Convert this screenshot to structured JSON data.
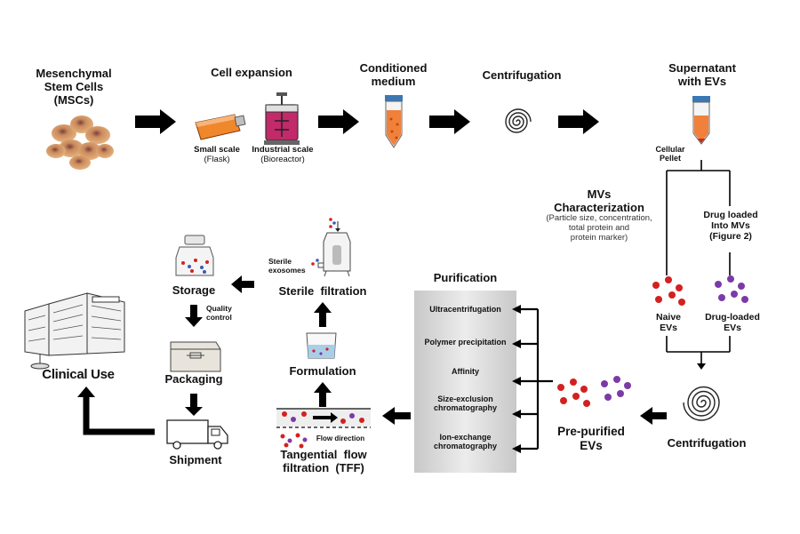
{
  "msc": {
    "line1": "Mesenchymal",
    "line2": "Stem Cells",
    "line3": "(MSCs)"
  },
  "expansion": {
    "title": "Cell expansion",
    "small": "Small scale",
    "small_sub": "(Flask)",
    "industrial": "Industrial scale",
    "industrial_sub": "(Bioreactor)"
  },
  "conditioned": {
    "line1": "Conditioned",
    "line2": "medium"
  },
  "centrifugation_top": "Centrifugation",
  "supernatant": {
    "line1": "Supernatant",
    "line2": "with EVs",
    "pellet1": "Cellular",
    "pellet2": "Pellet"
  },
  "characterization": {
    "title1": "MVs",
    "title2": "Characterization",
    "desc1": "(Particle size, concentration,",
    "desc2": "total protein and",
    "desc3": "protein marker)"
  },
  "drug_loaded": {
    "line1": "Drug loaded",
    "line2": "Into MVs",
    "line3": "(Figure 2)"
  },
  "naive": {
    "line1": "Naive",
    "line2": "EVs"
  },
  "drugloaded_evs": {
    "line1": "Drug-loaded",
    "line2": "EVs"
  },
  "centrifugation_bottom": "Centrifugation",
  "prepurified": {
    "line1": "Pre-purified",
    "line2": "EVs"
  },
  "purification": {
    "title": "Purification",
    "methods": [
      "Ultracentrifugation",
      "Polymer precipitation",
      "Affinity",
      "Size-exclusion",
      "chromatography",
      "Ion-exchange",
      "chromatography"
    ]
  },
  "tff": {
    "line1": "Tangential  flow",
    "line2": "filtration  (TFF)",
    "flow": "Flow direction"
  },
  "formulation": "Formulation",
  "sterile": {
    "title": "Sterile  filtration",
    "tag1": "Sterile",
    "tag2": "exosomes"
  },
  "storage": "Storage",
  "quality": {
    "line1": "Quality",
    "line2": "control"
  },
  "packaging": "Packaging",
  "shipment": "Shipment",
  "clinical": "Clinical Use",
  "colors": {
    "red_ev": "#d42020",
    "purple_ev": "#7b3aa8",
    "flask": "#f0872a",
    "bioreactor": "#c22a6a",
    "panel": "#d9d9d9"
  }
}
